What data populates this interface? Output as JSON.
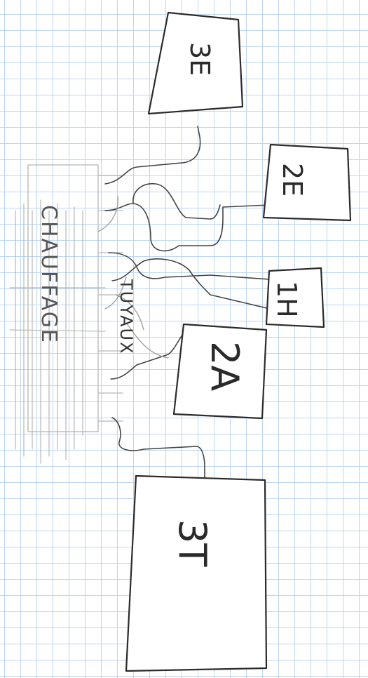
{
  "rooms": [
    {
      "id": "3E",
      "label": "3E"
    },
    {
      "id": "2E",
      "label": "2E"
    },
    {
      "id": "1H",
      "label": "1H"
    },
    {
      "id": "2A",
      "label": "2A"
    },
    {
      "id": "3T",
      "label": "3T"
    }
  ],
  "notes": {
    "heating": "CHAUFFAGE",
    "pipes": "TUYAUX"
  },
  "colors": {
    "paper": "#ffffff",
    "grid": "#bcd6f2",
    "ink": "#2b2b2b",
    "pencil": "#b8b8b8"
  }
}
